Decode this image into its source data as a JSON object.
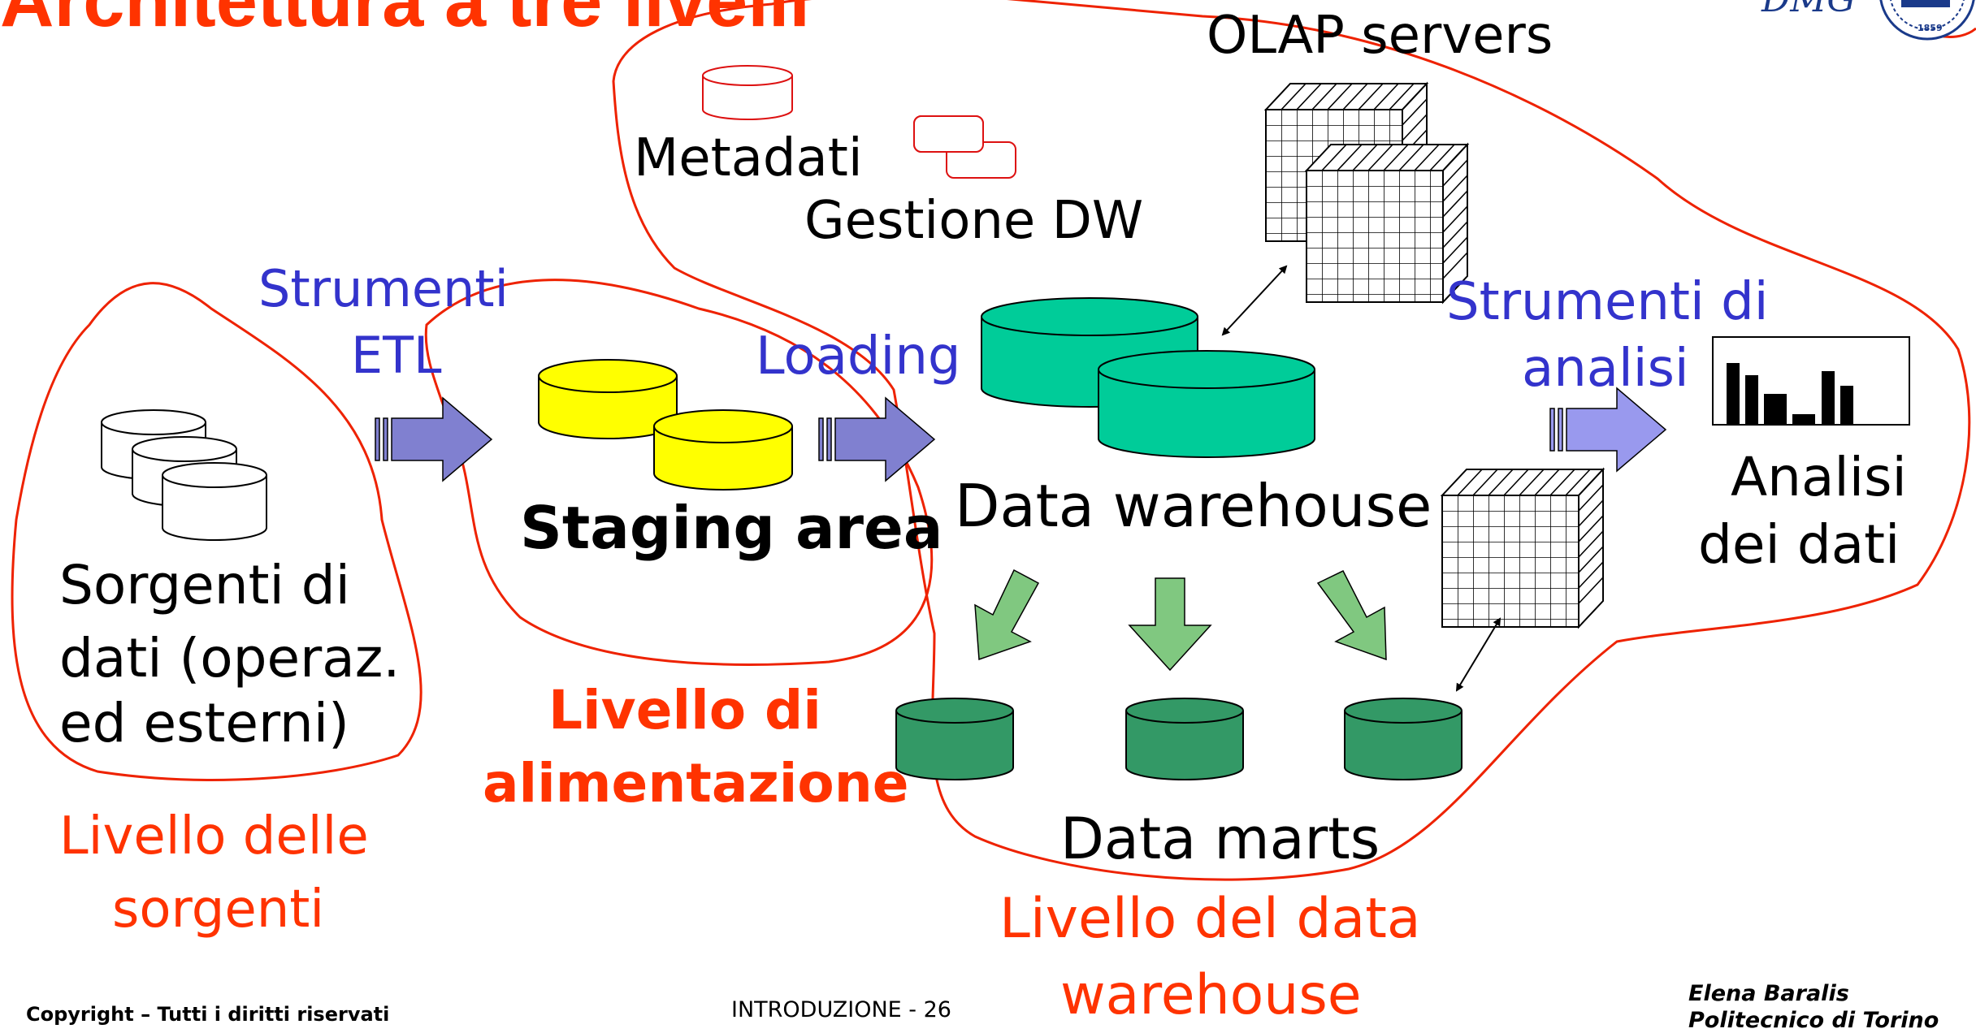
{
  "slide": {
    "title": "Architettura a tre livelli",
    "page_label": "INTRODUZIONE - 26",
    "copyright": "Copyright – Tutti i diritti riservati",
    "author": "Elena Baralis",
    "affiliation": "Politecnico di Torino",
    "logo_text": "DMG",
    "seal_text": "1859"
  },
  "diagram": {
    "olap_servers": "OLAP servers",
    "metadati": "Metadati",
    "gestione_dw": "Gestione DW",
    "strumenti_etl": [
      "Strumenti",
      "ETL"
    ],
    "loading": "Loading",
    "strumenti_analisi": [
      "Strumenti di",
      "analisi"
    ],
    "sorgenti": [
      "Sorgenti di",
      "dati (operaz.",
      "ed esterni)"
    ],
    "staging_area": "Staging area",
    "data_warehouse": "Data warehouse",
    "analisi_dati": [
      "Analisi",
      "dei dati"
    ],
    "data_marts": "Data marts",
    "livello_sorgenti": [
      "Livello delle",
      "sorgenti"
    ],
    "livello_alimentazione": [
      "Livello di",
      "alimentazione"
    ],
    "livello_dw": [
      "Livello del data",
      "warehouse"
    ]
  },
  "colors": {
    "blue_label": "#3333cc",
    "red_label": "#ff3300",
    "staging_yellow": "#ffff00",
    "dw_teal": "#00cc99",
    "datamart_green": "#339966",
    "flow_arrow": "#8080d0",
    "analysis_arrow": "#9999ee",
    "down_arrow": "#80c880",
    "outline_red": "#ee2200"
  }
}
